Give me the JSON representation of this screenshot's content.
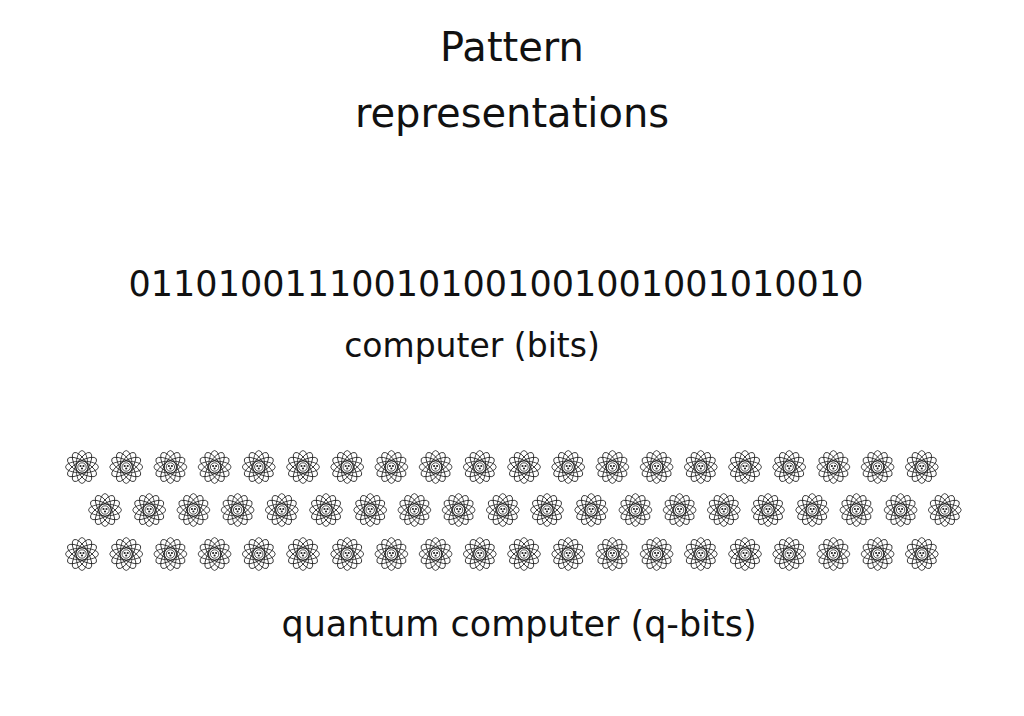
{
  "diagram": {
    "title": "Pattern representations",
    "labels": [
      "011010011100101001001001001010010",
      "computer (bits)",
      "quantum computer (q-bits)"
    ]
  }
}
